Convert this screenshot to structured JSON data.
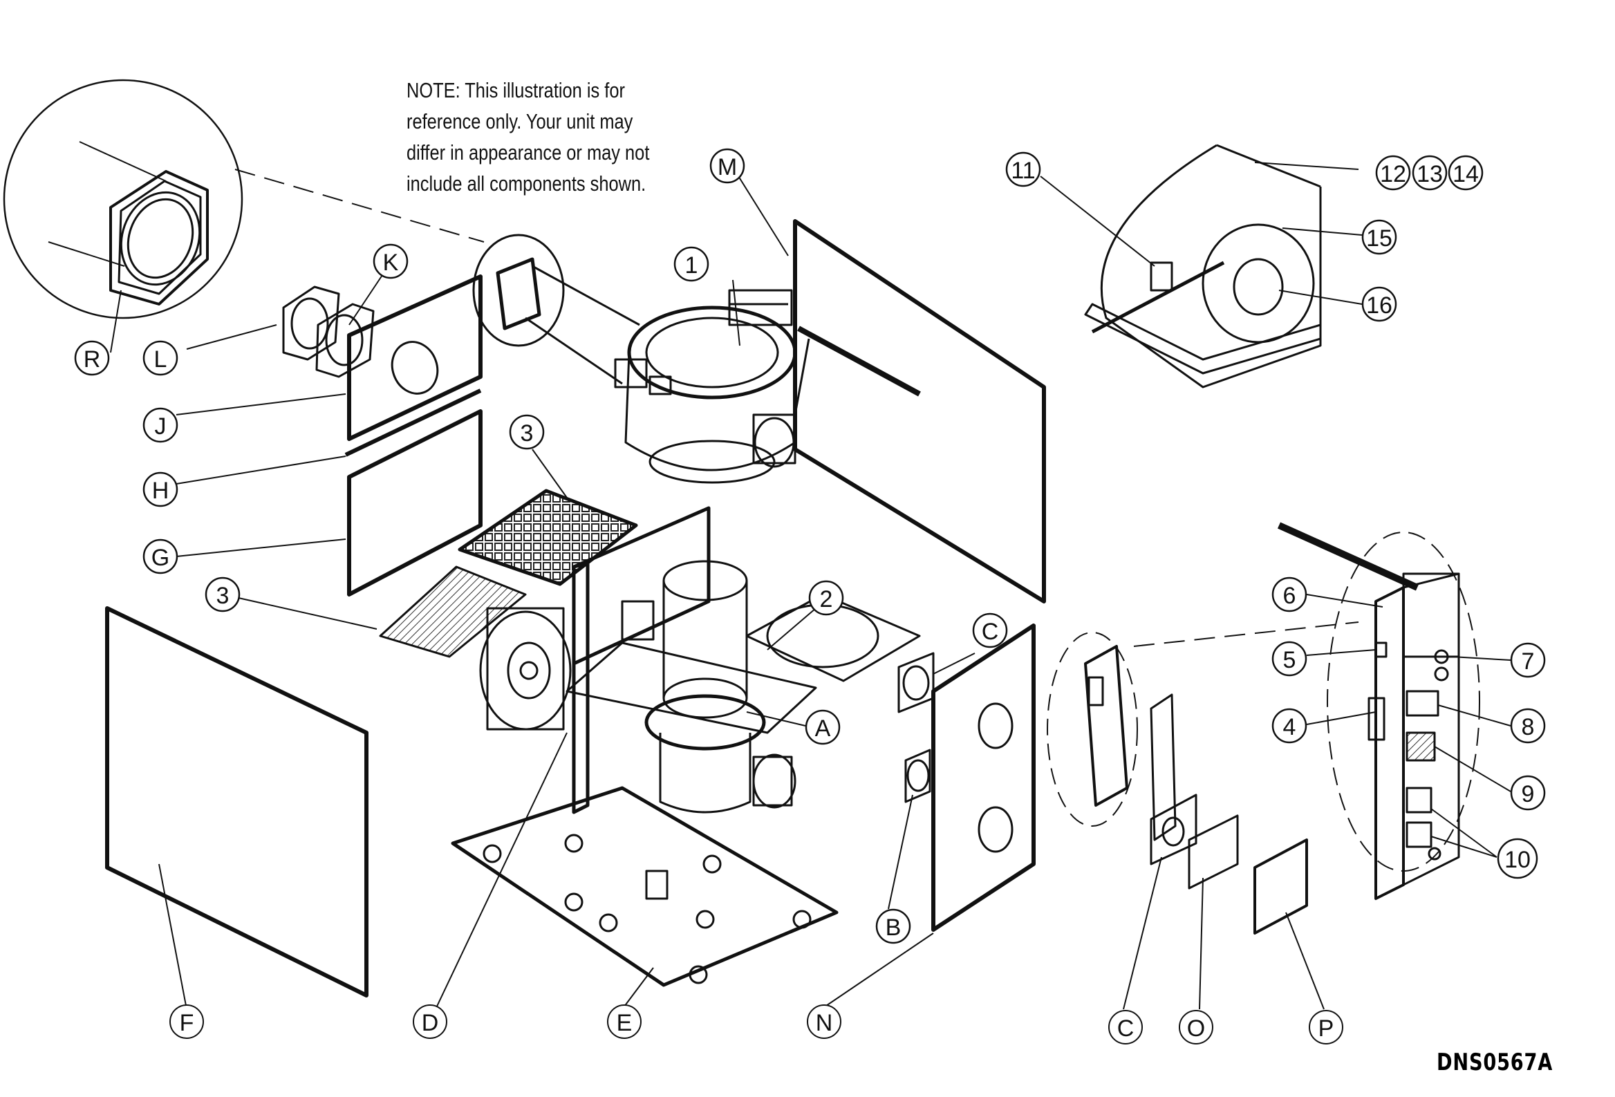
{
  "note": {
    "lines": [
      "NOTE:      This illustration is for",
      "reference only.    Your unit may",
      "differ in appearance or may not",
      "include all components shown."
    ]
  },
  "drawing_code": "DNS0567A",
  "callouts": {
    "R": "R",
    "L": "L",
    "K": "K",
    "J": "J",
    "H": "H",
    "G": "G",
    "M": "M",
    "F": "F",
    "D": "D",
    "E": "E",
    "N": "N",
    "A": "A",
    "B": "B",
    "C1": "C",
    "C2": "C",
    "O": "O",
    "P": "P",
    "n1": "1",
    "n2": "2",
    "n3a": "3",
    "n3b": "3",
    "n4": "4",
    "n5": "5",
    "n6": "6",
    "n7": "7",
    "n8": "8",
    "n9": "9",
    "n10": "10",
    "n11": "11",
    "n12": "12",
    "n13": "13",
    "n14": "14",
    "n15": "15",
    "n16": "16"
  }
}
